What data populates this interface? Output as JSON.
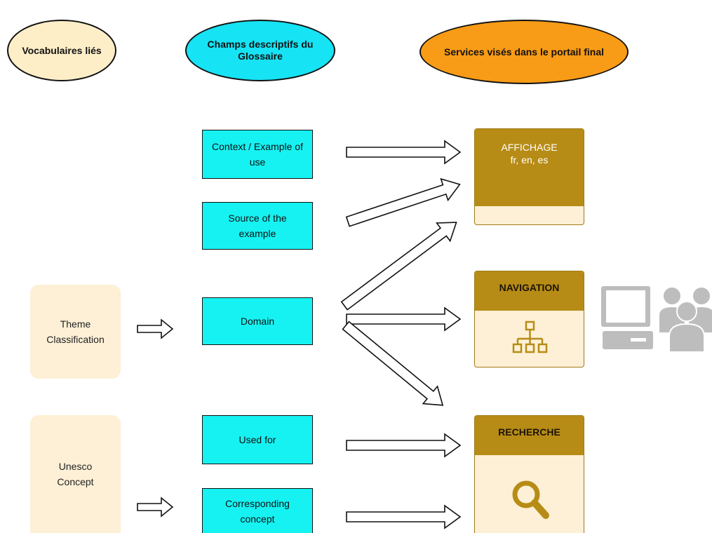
{
  "headers": {
    "vocabulaires": "Vocabulaires liés",
    "champs": "Champs descriptifs du Glossaire",
    "services": "Services visés dans le portail final"
  },
  "vocabularies": [
    {
      "label": "Theme\nClassification"
    },
    {
      "label": "Unesco\nConcept"
    }
  ],
  "fields": [
    {
      "label": "Context / Example of\nuse"
    },
    {
      "label": "Source of the\nexample"
    },
    {
      "label": "Domain"
    },
    {
      "label": "Used for"
    },
    {
      "label": "Corresponding\nconcept"
    }
  ],
  "services": [
    {
      "title": "AFFICHAGE\nfr, en, es",
      "icon": "none"
    },
    {
      "title": "NAVIGATION",
      "icon": "sitemap-icon"
    },
    {
      "title": "RECHERCHE",
      "icon": "magnifier-icon"
    }
  ],
  "decorations": [
    "computer-icon",
    "users-icon"
  ],
  "colors": {
    "vocab_fill": "#fdeec8",
    "field_fill": "#16f2f2",
    "champs_oval_fill": "#16e3f4",
    "services_oval_fill": "#f89b16",
    "service_header": "#b78c16",
    "service_body": "#fdf0d6"
  }
}
